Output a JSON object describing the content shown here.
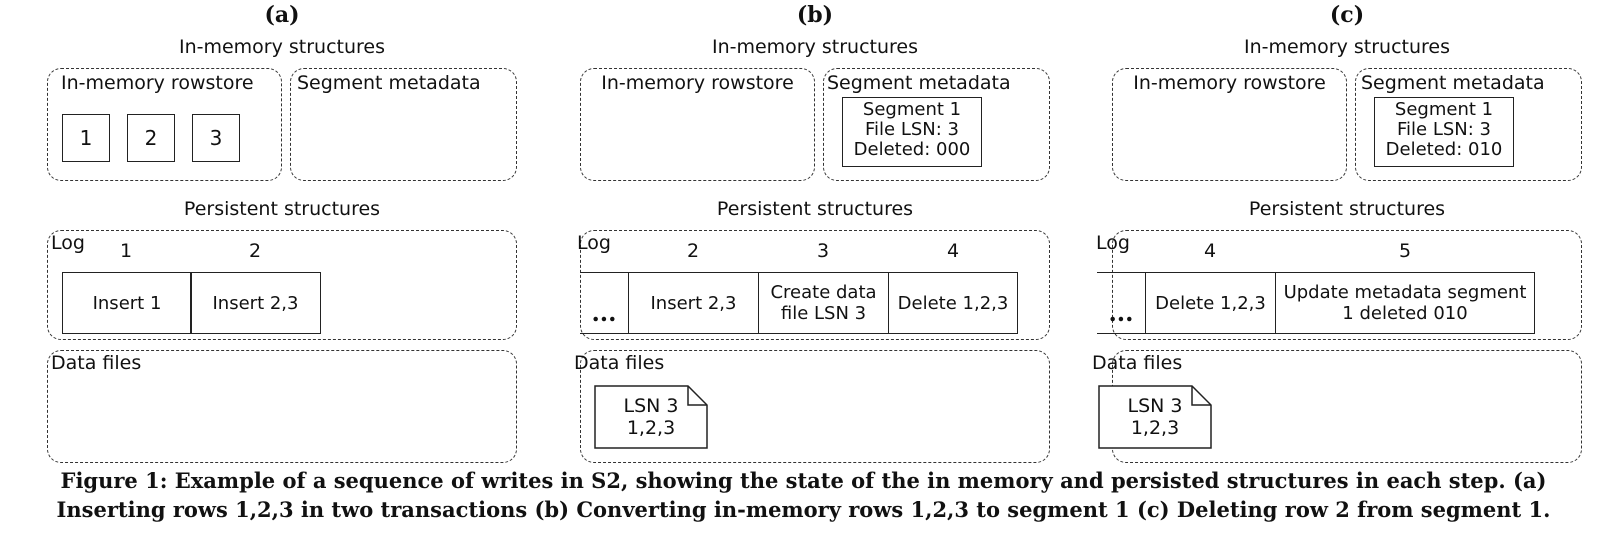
{
  "panels": [
    {
      "label": "(a)",
      "in_memory_title": "In-memory structures",
      "rowstore_label": "In-memory rowstore",
      "rows": [
        "1",
        "2",
        "3"
      ],
      "segment_metadata_label": "Segment metadata",
      "persistent_title": "Persistent structures",
      "log_label": "Log",
      "log_lsns": [
        "1",
        "2"
      ],
      "log_entries": [
        "Insert 1",
        "Insert 2,3"
      ],
      "data_files_label": "Data files"
    },
    {
      "label": "(b)",
      "in_memory_title": "In-memory structures",
      "rowstore_label": "In-memory rowstore",
      "segment_metadata_label": "Segment metadata",
      "segment": [
        "Segment 1",
        "File LSN: 3",
        "Deleted: 000"
      ],
      "persistent_title": "Persistent structures",
      "log_label": "Log",
      "log_ellipsis": "...",
      "log_lsns": [
        "2",
        "3",
        "4"
      ],
      "log_entries": [
        "Insert 2,3",
        "Create data file LSN 3",
        "Delete 1,2,3"
      ],
      "data_files_label": "Data files",
      "file_lines": [
        "LSN 3",
        "1,2,3"
      ]
    },
    {
      "label": "(c)",
      "in_memory_title": "In-memory structures",
      "rowstore_label": "In-memory rowstore",
      "segment_metadata_label": "Segment metadata",
      "segment": [
        "Segment 1",
        "File LSN: 3",
        "Deleted: 010"
      ],
      "persistent_title": "Persistent structures",
      "log_label": "Log",
      "log_ellipsis": "...",
      "log_lsns": [
        "4",
        "5"
      ],
      "log_entries": [
        "Delete 1,2,3",
        "Update metadata segment 1 deleted 010"
      ],
      "data_files_label": "Data files",
      "file_lines": [
        "LSN 3",
        "1,2,3"
      ]
    }
  ],
  "caption": {
    "line1": "Figure 1: Example of a sequence of writes in S2, showing the state of the in memory and persisted structures in each step. (a)",
    "line2": "Inserting rows 1,2,3 in two transactions (b) Converting in-memory rows 1,2,3 to segment 1 (c) Deleting row 2 from segment 1."
  }
}
